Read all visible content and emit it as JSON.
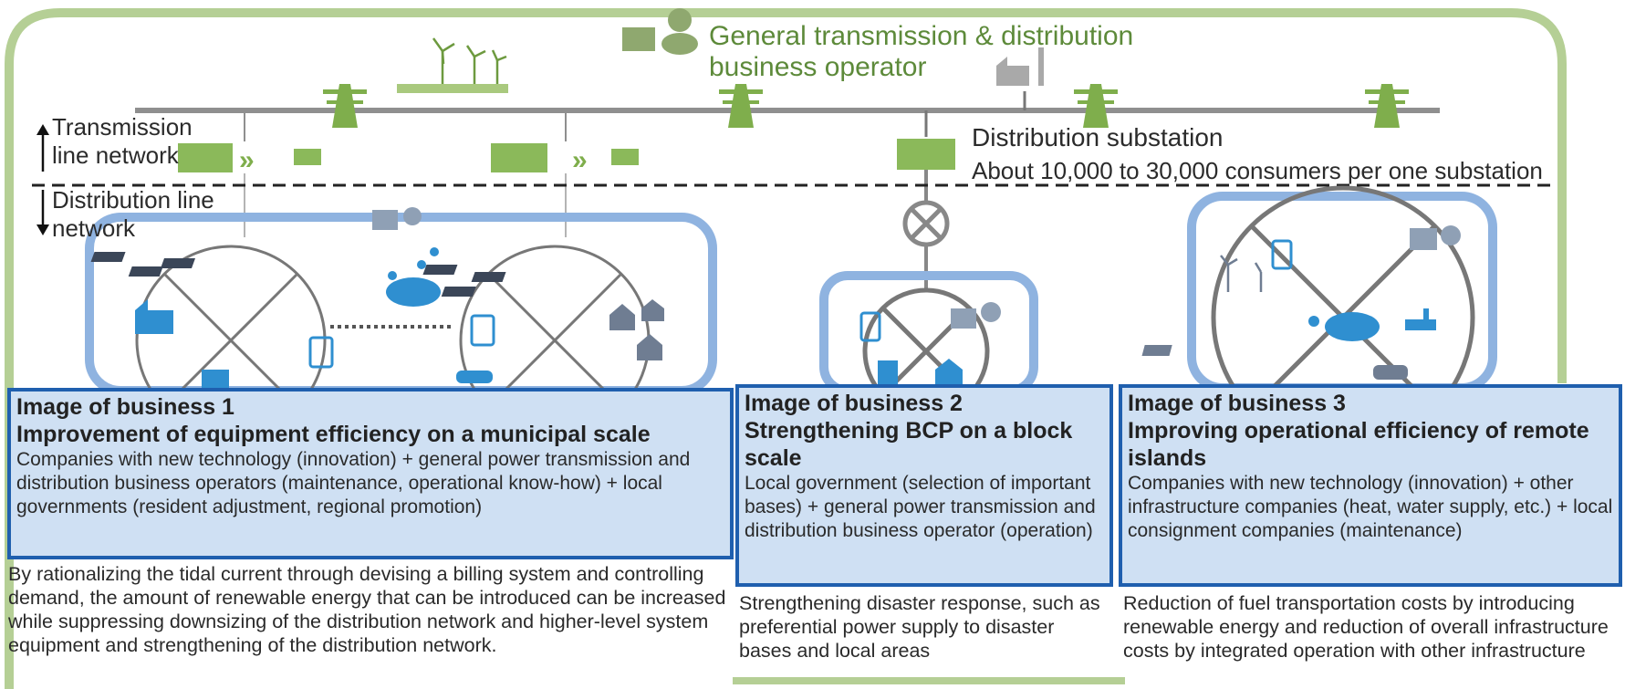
{
  "header": {
    "operator_title": "General transmission & distribution business operator"
  },
  "network_labels": {
    "transmission": "Transmission line network",
    "distribution": "Distribution line network"
  },
  "substation": {
    "title": "Distribution substation",
    "subtitle": "About 10,000 to 30,000 consumers per one substation"
  },
  "businesses": [
    {
      "heading": "Image of business 1",
      "title": "Improvement of equipment efficiency on a municipal scale",
      "parties": "Companies with new technology (innovation) + general power transmission and distribution business operators (maintenance, operational know-how) + local governments (resident adjustment, regional promotion)",
      "description": "By rationalizing the tidal current through devising a billing system and controlling demand, the amount of renewable energy that can be introduced can be increased while suppressing downsizing of the distribution network and higher-level system equipment and strengthening of the distribution network."
    },
    {
      "heading": "Image of business 2",
      "title": "Strengthening BCP on a block scale",
      "parties": "Local government (selection of important bases) + general power transmission and distribution business operator (operation)",
      "description": "Strengthening disaster response, such as preferential power supply to disaster bases and local areas"
    },
    {
      "heading": "Image of business 3",
      "title": "Improving operational efficiency of remote islands",
      "parties": "Companies with new technology (innovation) + other infrastructure companies (heat, water supply, etc.) + local consignment companies (maintenance)",
      "description": "Reduction of fuel transportation costs by introducing renewable energy and reduction of overall infrastructure costs by integrated operation with other infrastructure"
    }
  ],
  "icons": [
    "wind-turbine-icon",
    "transmission-tower-icon",
    "substation-icon",
    "solar-panel-icon",
    "factory-icon",
    "battery-icon",
    "cloud-network-icon",
    "house-icon",
    "electric-car-icon",
    "operator-icon",
    "switch-icon",
    "water-tap-icon"
  ],
  "colors": {
    "outer_frame": "#b5cf95",
    "inner_frame": "#8fb3e0",
    "box_fill": "#cfe0f3",
    "box_border": "#1f5fae",
    "green_text": "#5d8a3a",
    "icon_green": "#7fae4c",
    "icon_blue": "#2f8fd0"
  }
}
